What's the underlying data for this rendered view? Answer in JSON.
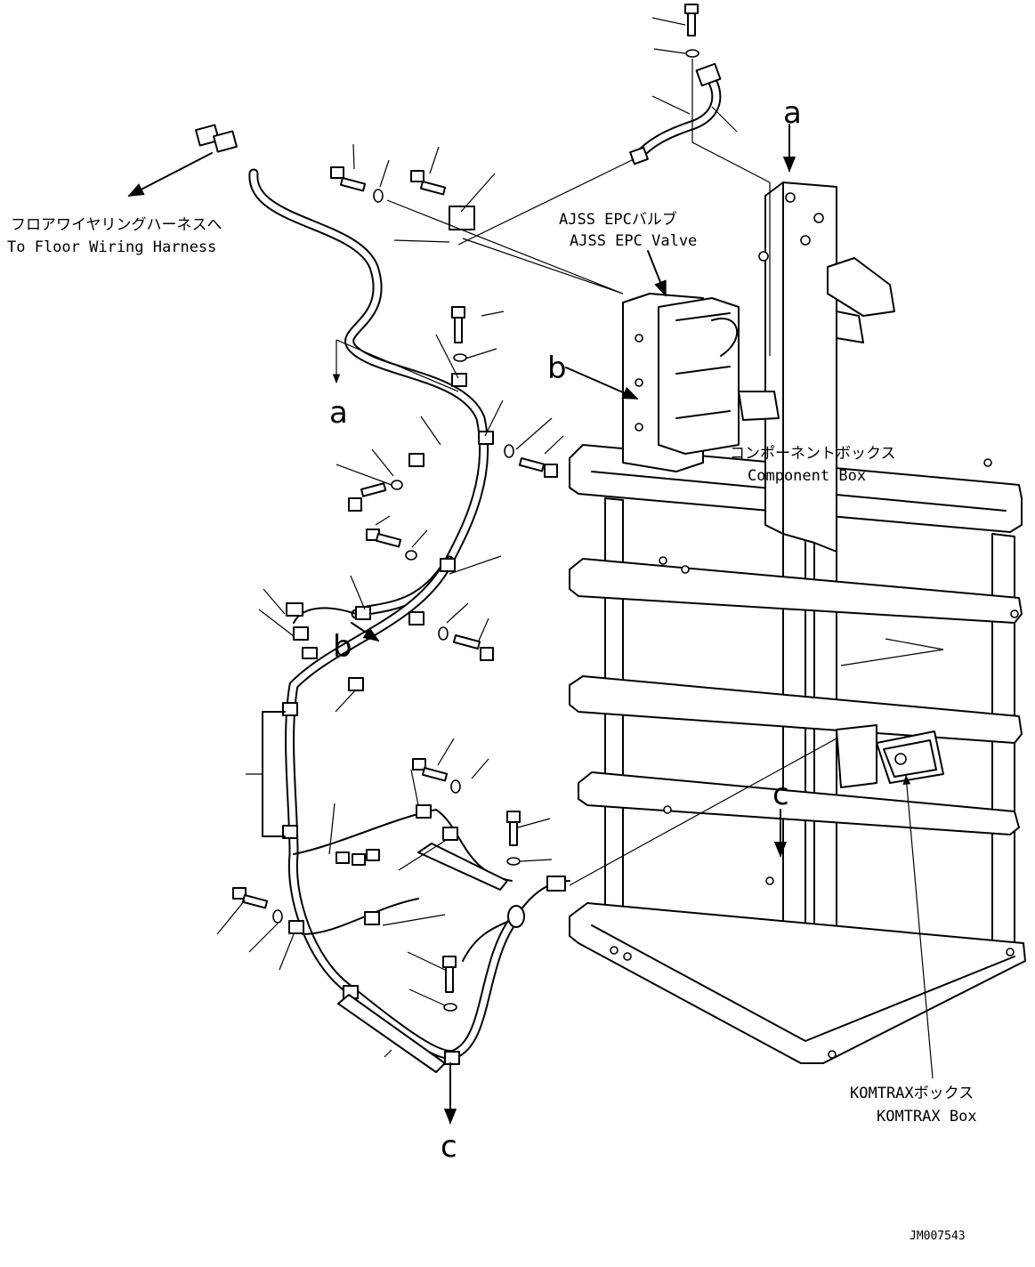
{
  "labels": {
    "floor_harness_jp": "フロアワイヤリングハーネスへ",
    "floor_harness_en": "To Floor Wiring Harness",
    "epc_valve_jp": "AJSS EPCバルブ",
    "epc_valve_en": "AJSS EPC Valve",
    "component_box_jp": "コンポーネントボックス",
    "component_box_en": "Component Box",
    "komtrax_box_jp": "KOMTRAXボックス",
    "komtrax_box_en": "KOMTRAX Box",
    "drawing_number": "JM007543"
  },
  "callouts": {
    "a_top": "a",
    "a_left": "a",
    "b_upper": "b",
    "b_lower": "b",
    "c_right": "c",
    "c_bottom": "c"
  }
}
